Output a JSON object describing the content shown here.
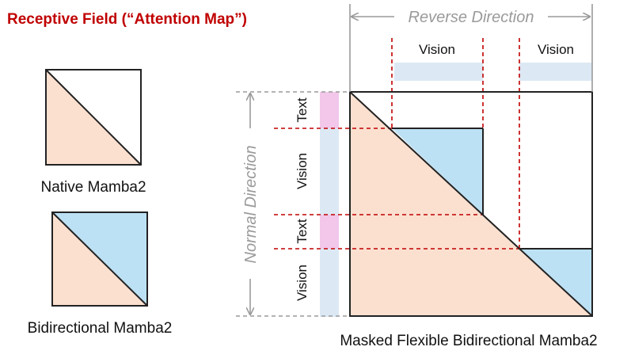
{
  "title": "Receptive Field (“Attention Map”)",
  "captions": {
    "native": "Native Mamba2",
    "bidirectional": "Bidirectional Mamba2",
    "masked": "Masked Flexible Bidirectional Mamba2"
  },
  "directions": {
    "reverse": "Reverse Direction",
    "normal": "Normal Direction"
  },
  "top_labels": [
    "Vision",
    "Vision"
  ],
  "side_labels": [
    "Text",
    "Vision",
    "Text",
    "Vision"
  ],
  "colors": {
    "title": "#c00000",
    "lower_fill": "#fbe0d0",
    "upper_fill": "#bde1f4",
    "dash_red": "#c00000",
    "axis_gray": "#9a9a9a",
    "vision_band": "#dce9f5",
    "text_band": "#f2c7ea"
  }
}
